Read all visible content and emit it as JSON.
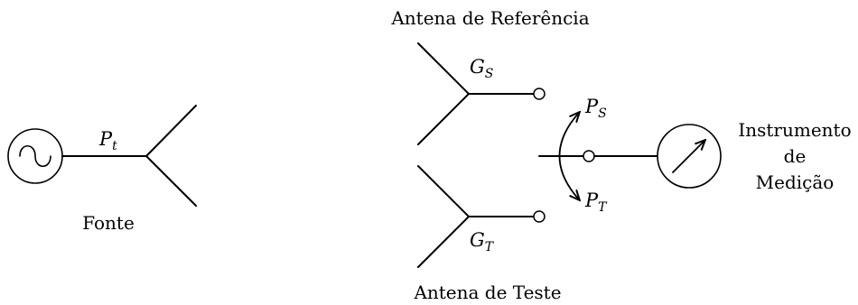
{
  "source": {
    "power_symbol": "P",
    "power_subscript": "t",
    "label": "Fonte"
  },
  "reference_antenna": {
    "label": "Antena de Referência",
    "gain_symbol": "G",
    "gain_subscript": "S"
  },
  "test_antenna": {
    "label": "Antena de Teste",
    "gain_symbol": "G",
    "gain_subscript": "T"
  },
  "switch": {
    "ps_symbol": "P",
    "ps_subscript": "S",
    "pt_symbol": "P",
    "pt_subscript": "T"
  },
  "instrument": {
    "line1": "Instrumento",
    "line2": "de",
    "line3": "Medição"
  }
}
